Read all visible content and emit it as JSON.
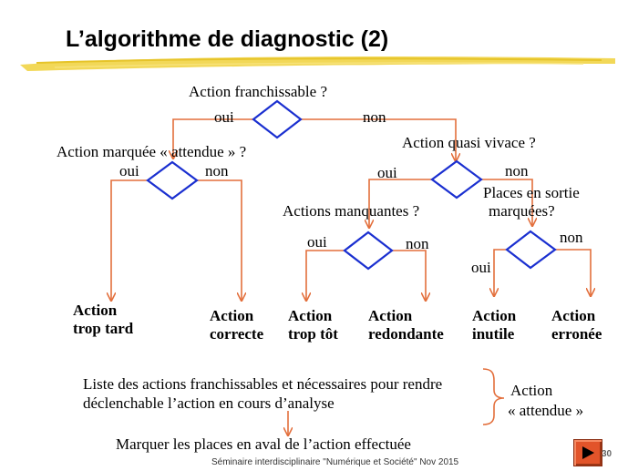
{
  "title": "L’algorithme de diagnostic (2)",
  "colors": {
    "arrow": "#e36f3c",
    "diamond": "#1a2fd0",
    "brush": "#efd146"
  },
  "questions": {
    "q_root": "Action franchissable ?",
    "q_marquee": "Action marquée « attendue » ?",
    "q_vivace": "Action  quasi vivace ?",
    "q_manquantes": "Actions manquantes ?",
    "q_places_1": "Places en sortie",
    "q_places_2": "marquées?"
  },
  "branch_labels": {
    "root_oui": "oui",
    "root_non": "non",
    "marq_oui": "oui",
    "marq_non": "non",
    "viv_oui": "oui",
    "viv_non": "non",
    "manq_oui": "oui",
    "manq_non": "non",
    "places_oui": "oui",
    "places_non": "non"
  },
  "outcomes": [
    {
      "line1": "Action",
      "line2": "trop tard"
    },
    {
      "line1": "Action",
      "line2": "correcte"
    },
    {
      "line1": "Action",
      "line2": "trop tôt"
    },
    {
      "line1": "Action",
      "line2": "redondante"
    },
    {
      "line1": "Action",
      "line2": "inutile"
    },
    {
      "line1": "Action",
      "line2": "erronée"
    }
  ],
  "note": {
    "line1": "Liste des actions franchissables et nécessaires pour rendre",
    "line2": "déclenchable l’action en cours d’analyse",
    "side_1": "Action",
    "side_2": "« attendue »",
    "bottom": "Marquer les places en aval de l’action effectuée"
  },
  "footer": "Séminaire interdisciplinaire \"Numérique et Société\" Nov 2015",
  "page_number": "30",
  "icons": {
    "nav": "next-slide-button"
  }
}
